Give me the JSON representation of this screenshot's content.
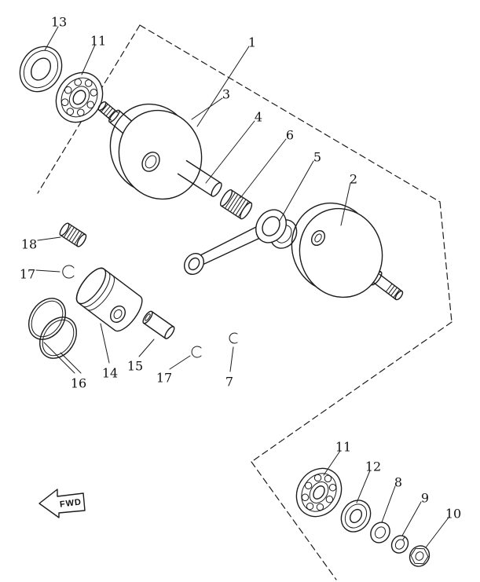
{
  "page": {
    "background": "#ffffff",
    "line_color": "#1c1c1c"
  },
  "diagram": {
    "callouts": [
      "13",
      "11",
      "1",
      "3",
      "4",
      "6",
      "5",
      "2",
      "18",
      "17",
      "16",
      "14",
      "15",
      "17",
      "7",
      "11",
      "12",
      "8",
      "9",
      "10"
    ],
    "fwd_label": "FWD"
  }
}
